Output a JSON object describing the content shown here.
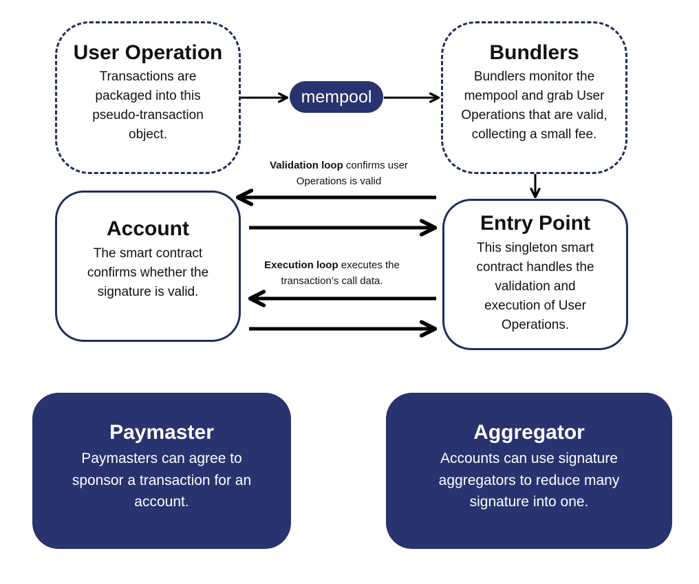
{
  "user_operation": {
    "title": "User Operation",
    "lines": [
      "Transactions are",
      "packaged into this",
      "pseudo-transaction",
      "object."
    ]
  },
  "mempool": {
    "label": "mempool"
  },
  "bundlers": {
    "title": "Bundlers",
    "lines": [
      "Bundlers monitor the",
      "mempool and grab User",
      "Operations that are valid,",
      "collecting a small fee."
    ]
  },
  "validation_loop": {
    "bold": "Validation loop",
    "rest": " confirms user",
    "line2": "Operations is valid"
  },
  "execution_loop": {
    "bold": "Execution loop",
    "rest": " executes the",
    "line2": "transaction’s call data."
  },
  "account": {
    "title": "Account",
    "lines": [
      "The smart contract",
      "confirms whether the",
      "signature is valid."
    ]
  },
  "entry_point": {
    "title": "Entry Point",
    "lines": [
      "This singleton smart",
      "contract handles the",
      "validation and",
      "execution of User",
      "Operations."
    ]
  },
  "paymaster": {
    "title": "Paymaster",
    "lines": [
      "Paymasters can agree to",
      "sponsor a transaction for an",
      "account."
    ]
  },
  "aggregator": {
    "title": "Aggregator",
    "lines": [
      "Accounts can use signature",
      "aggregators to reduce many",
      "signature into one."
    ]
  },
  "colors": {
    "navy": "#28336f",
    "border": "#1f2d5e"
  }
}
